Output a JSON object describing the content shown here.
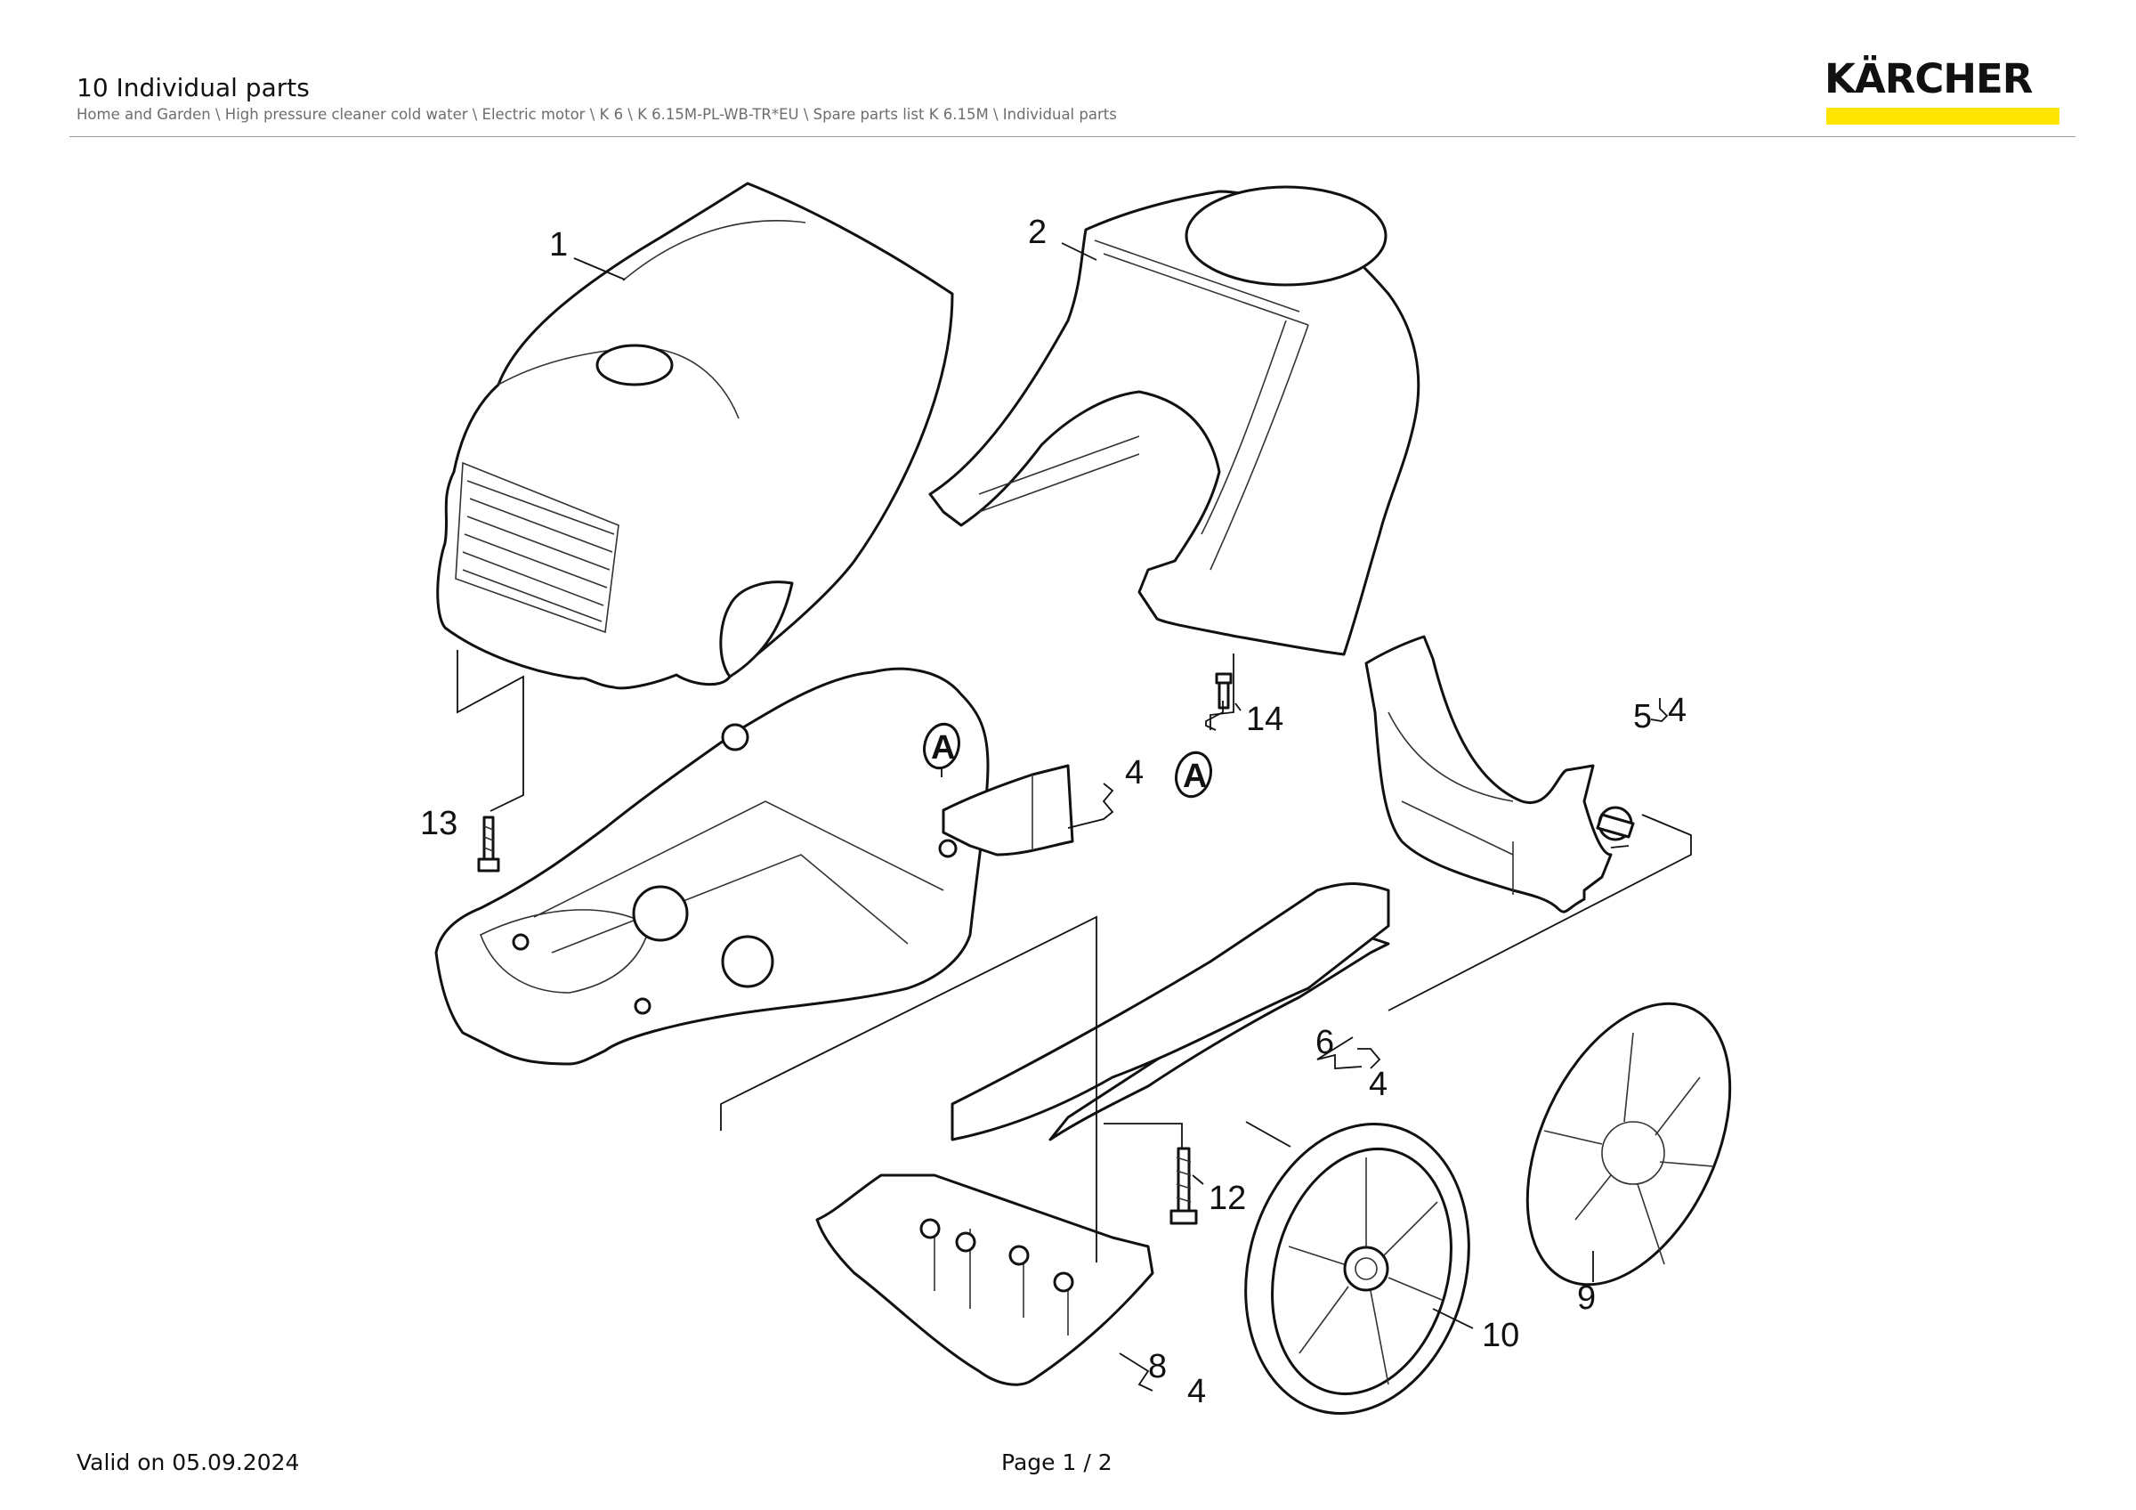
{
  "header": {
    "title": "10 Individual parts",
    "breadcrumb": "Home and Garden \\ High pressure cleaner cold water \\ Electric motor \\ K 6 \\ K 6.15M-PL-WB-TR*EU \\ Spare parts list K 6.15M \\ Individual parts"
  },
  "logo": {
    "text": "KÄRCHER",
    "bar_color": "#FFE600",
    "icon": "kaercher-logo"
  },
  "diagram": {
    "callouts": {
      "c1": "1",
      "c2": "2",
      "c4a": "4",
      "c5": "5",
      "c4b": "4",
      "c6": "6",
      "c4c": "4",
      "c8": "8",
      "c4d": "4",
      "c9": "9",
      "c10": "10",
      "c12": "12",
      "c13": "13",
      "c14": "14",
      "markerA1": "A",
      "markerA2": "A"
    }
  },
  "footer": {
    "valid": "Valid on 05.09.2024",
    "page": "Page 1 / 2"
  }
}
